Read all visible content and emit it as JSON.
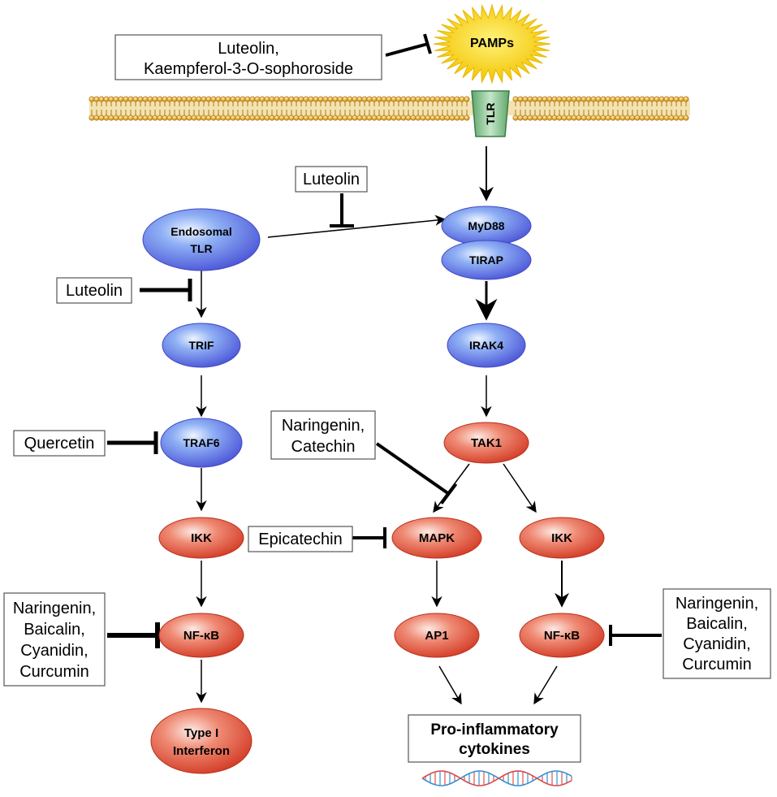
{
  "colors": {
    "blue_node": "#4a66d8",
    "blue_node_light": "#e9f0ff",
    "red_node": "#dd4a32",
    "red_node_light": "#fbe2dc",
    "pamps_yellow": "#f4d21a",
    "membrane_head": "#e6a520",
    "tlr_green": "#8fc79a"
  },
  "receptor": {
    "pamps": "PAMPs",
    "tlr": "TLR"
  },
  "nodes": {
    "endosomal_tlr": [
      "Endosomal",
      "TLR"
    ],
    "myd88": "MyD88",
    "tirap": "TIRAP",
    "trif": "TRIF",
    "irak4": "IRAK4",
    "traf6": "TRAF6",
    "tak1": "TAK1",
    "ikk_left": "IKK",
    "mapk": "MAPK",
    "ikk_right": "IKK",
    "nfkb_left": "NF-κB",
    "ap1": "AP1",
    "nfkb_right": "NF-κB",
    "type1_ifn": [
      "Type I",
      "Interferon"
    ],
    "cytokines": [
      "Pro-inflammatory",
      "cytokines"
    ]
  },
  "inhibitors": {
    "pamps_inhibitor": [
      "Luteolin,",
      "Kaempferol-3-O-sophoroside"
    ],
    "myd88_inhibitor": "Luteolin",
    "trif_inhibitor": "Luteolin",
    "traf6_inhibitor": "Quercetin",
    "mapk_inhibitor_top": [
      "Naringenin,",
      "Catechin"
    ],
    "mapk_inhibitor_left": "Epicatechin",
    "nfkb_left_inhibitor": [
      "Naringenin,",
      "Baicalin,",
      "Cyanidin,",
      "Curcumin"
    ],
    "nfkb_right_inhibitor": [
      "Naringenin,",
      "Baicalin,",
      "Cyanidin,",
      "Curcumin"
    ]
  }
}
